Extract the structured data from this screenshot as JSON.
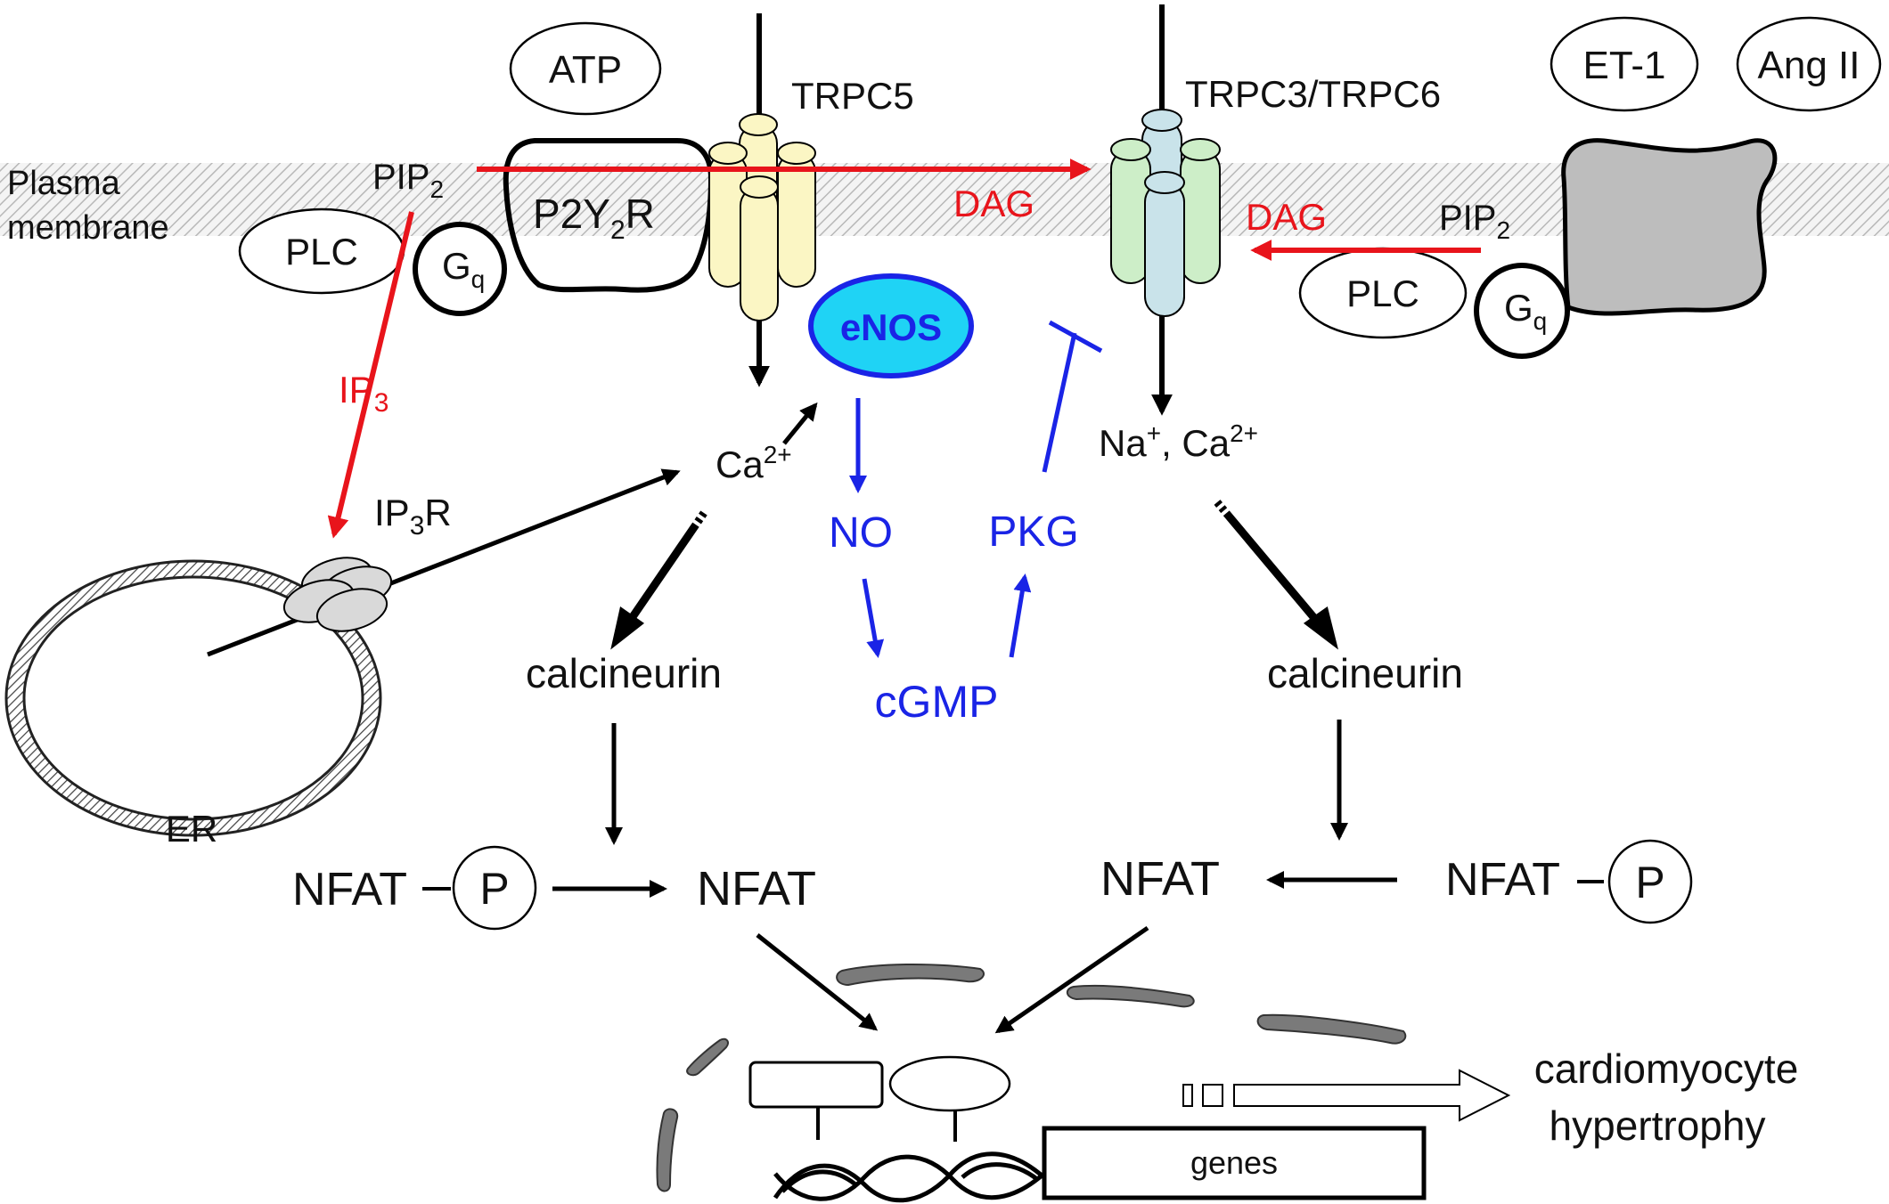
{
  "labels": {
    "plasma": "Plasma",
    "membrane": "membrane",
    "atp": "ATP",
    "trpc5": "TRPC5",
    "trpc36": "TRPC3/TRPC6",
    "et1": "ET-1",
    "angii": "Ang II",
    "pip2": "PIP",
    "sub2": "2",
    "plc": "PLC",
    "g": "G",
    "q": "q",
    "p2y": "P2Y",
    "r": "R",
    "dag": "DAG",
    "ip": "IP",
    "sub3": "3",
    "ip3r_r": "R",
    "er": "ER",
    "enos": "eNOS",
    "ca": "Ca",
    "ca_sup": "2+",
    "na": "Na",
    "na_sup": "+",
    "na_ca": ", Ca",
    "no": "NO",
    "pkg": "PKG",
    "cgmp": "cGMP",
    "calcineurin": "calcineurin",
    "nfat": "NFAT",
    "p": "P",
    "genes": "genes",
    "outcome_1": "cardiomyocyte",
    "outcome_2": "hypertrophy"
  },
  "colors": {
    "red": "#e8141b",
    "blue": "#1a24e6",
    "enos_fill": "#1fd3f5",
    "trpc5_fill": "#fbf6c4",
    "trpc3_fill": "#cdeec8",
    "trpc6_fill": "#c9e3ea",
    "receptor_gray": "#bdbdbd"
  }
}
